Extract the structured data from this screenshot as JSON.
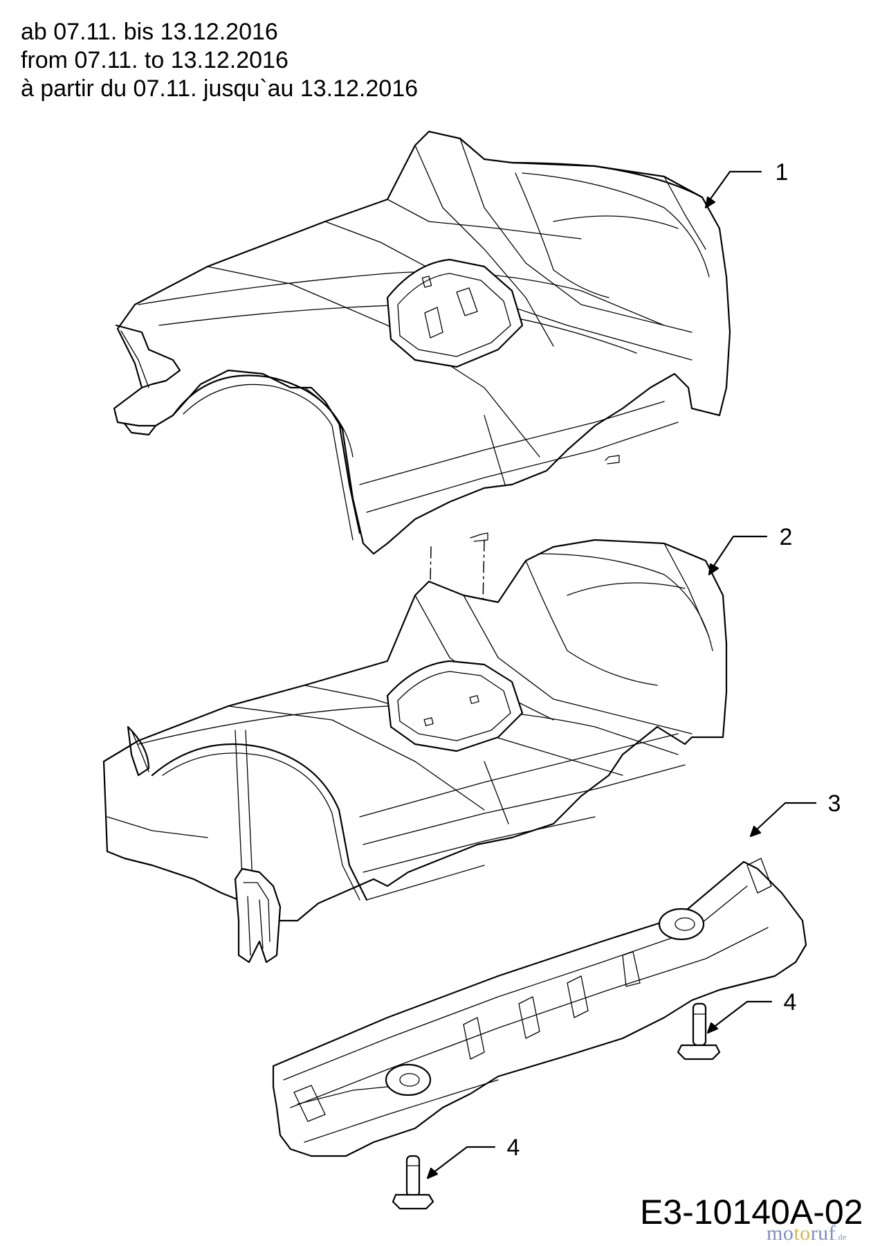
{
  "header": {
    "line_de": "ab 07.11. bis 13.12.2016",
    "line_en": "from 07.11. to 13.12.2016",
    "line_fr": "à partir du 07.11. jusqu`au 13.12.2016"
  },
  "callouts": [
    {
      "label": "1"
    },
    {
      "label": "2"
    },
    {
      "label": "3"
    },
    {
      "label": "4"
    },
    {
      "label": "4"
    }
  ],
  "drawing_code": "E3-10140A-02",
  "watermark": {
    "part1": "mo",
    "part2": "to",
    "part3": "ruf",
    "suffix": ".de"
  }
}
